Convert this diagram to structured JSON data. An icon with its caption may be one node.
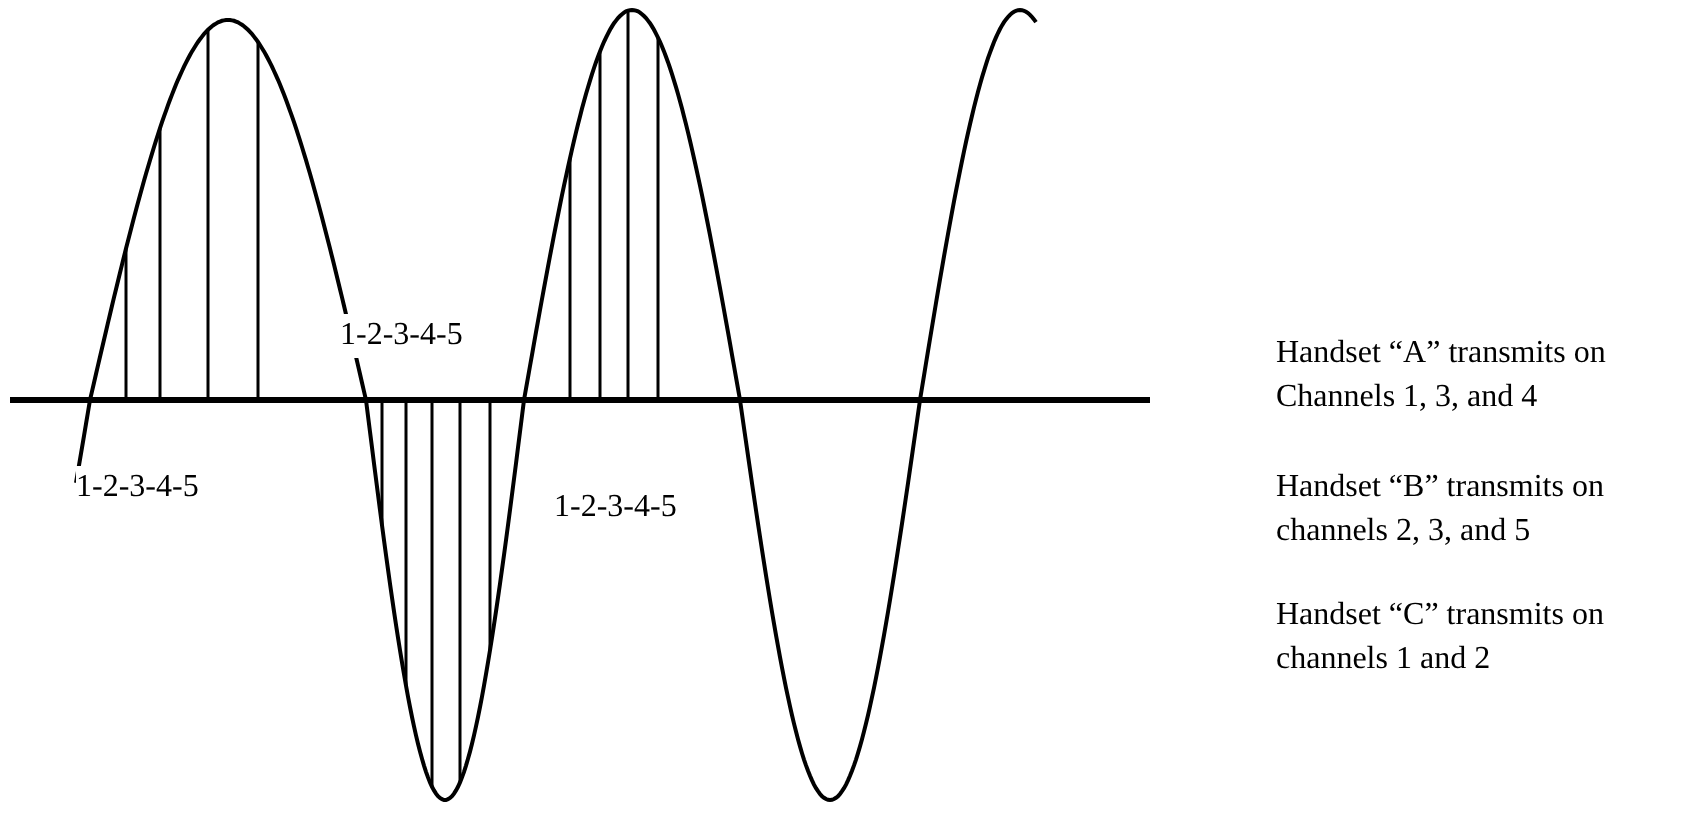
{
  "diagram": {
    "labels": [
      "1-2-3-4-5",
      "1-2-3-4-5",
      "1-2-3-4-5",
      "Handset “A” transmits on Channels 1, 3, and 4",
      "Handset “B” transmits on channels 2, 3, and 5",
      "Handset “C” transmits on channels 1 and 2"
    ]
  }
}
